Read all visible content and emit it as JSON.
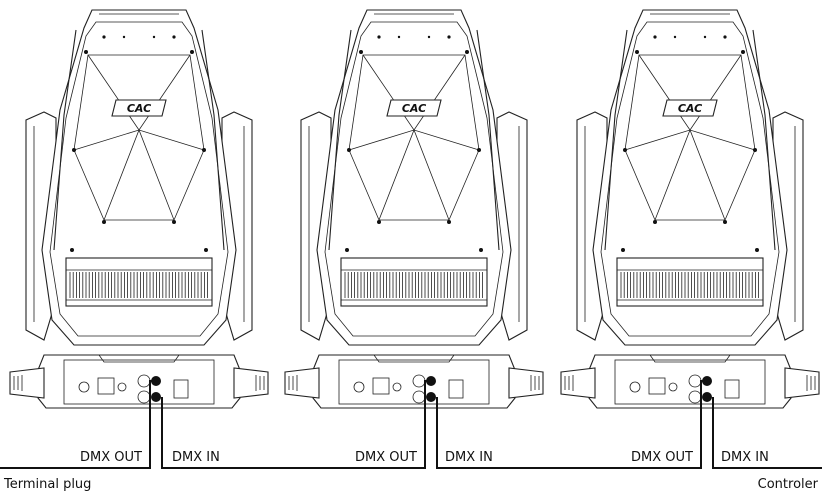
{
  "diagram": {
    "fixtures": [
      {
        "logo": "CAC",
        "out_label": "DMX OUT",
        "in_label": "DMX IN"
      },
      {
        "logo": "CAC",
        "out_label": "DMX OUT",
        "in_label": "DMX IN"
      },
      {
        "logo": "CAC",
        "out_label": "DMX OUT",
        "in_label": "DMX IN"
      }
    ],
    "left_end_label": "Terminal plug",
    "right_end_label": "Controler"
  },
  "colors": {
    "line": "#222222",
    "cable": "#111111",
    "background": "#ffffff"
  }
}
